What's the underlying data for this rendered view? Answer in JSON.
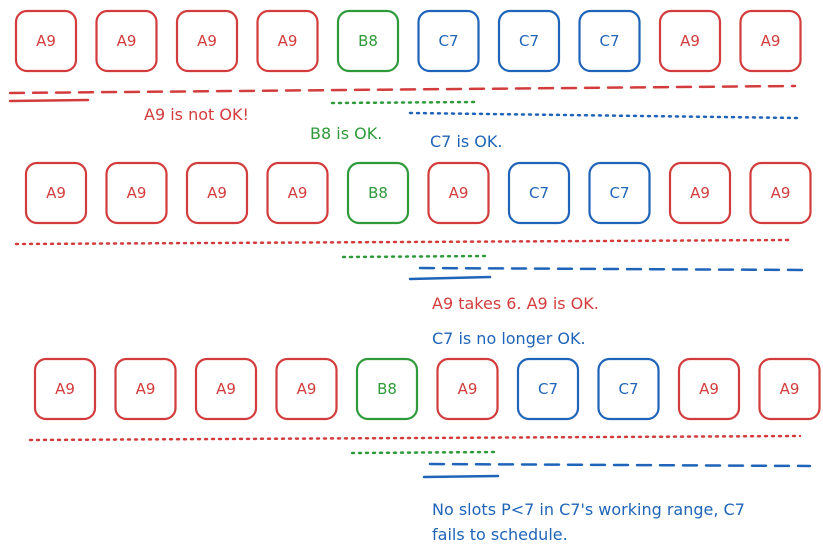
{
  "colors": {
    "red": "#d33c3c",
    "green": "#2f9a3a",
    "blue": "#1f64b8"
  },
  "rows": [
    {
      "slots": [
        {
          "label": "A9",
          "color": "red"
        },
        {
          "label": "A9",
          "color": "red"
        },
        {
          "label": "A9",
          "color": "red"
        },
        {
          "label": "A9",
          "color": "red"
        },
        {
          "label": "B8",
          "color": "green"
        },
        {
          "label": "C7",
          "color": "blue"
        },
        {
          "label": "C7",
          "color": "blue"
        },
        {
          "label": "C7",
          "color": "blue"
        },
        {
          "label": "A9",
          "color": "red"
        },
        {
          "label": "A9",
          "color": "red"
        }
      ]
    },
    {
      "slots": [
        {
          "label": "A9",
          "color": "red"
        },
        {
          "label": "A9",
          "color": "red"
        },
        {
          "label": "A9",
          "color": "red"
        },
        {
          "label": "A9",
          "color": "red"
        },
        {
          "label": "B8",
          "color": "green"
        },
        {
          "label": "A9",
          "color": "red"
        },
        {
          "label": "C7",
          "color": "blue"
        },
        {
          "label": "C7",
          "color": "blue"
        },
        {
          "label": "A9",
          "color": "red"
        },
        {
          "label": "A9",
          "color": "red"
        }
      ]
    },
    {
      "slots": [
        {
          "label": "A9",
          "color": "red"
        },
        {
          "label": "A9",
          "color": "red"
        },
        {
          "label": "A9",
          "color": "red"
        },
        {
          "label": "A9",
          "color": "red"
        },
        {
          "label": "B8",
          "color": "green"
        },
        {
          "label": "A9",
          "color": "red"
        },
        {
          "label": "C7",
          "color": "blue"
        },
        {
          "label": "C7",
          "color": "blue"
        },
        {
          "label": "A9",
          "color": "red"
        },
        {
          "label": "A9",
          "color": "red"
        }
      ]
    }
  ],
  "notes": {
    "a9_not_ok": "A9 is not OK!",
    "b8_ok": "B8 is OK.",
    "c7_ok": "C7 is OK.",
    "a9_takes": "A9 takes 6. A9 is OK.",
    "c7_no_longer": "C7 is no longer OK.",
    "fail_line1": "No slots P<7 in C7's working range, C7",
    "fail_line2": "fails to schedule."
  }
}
